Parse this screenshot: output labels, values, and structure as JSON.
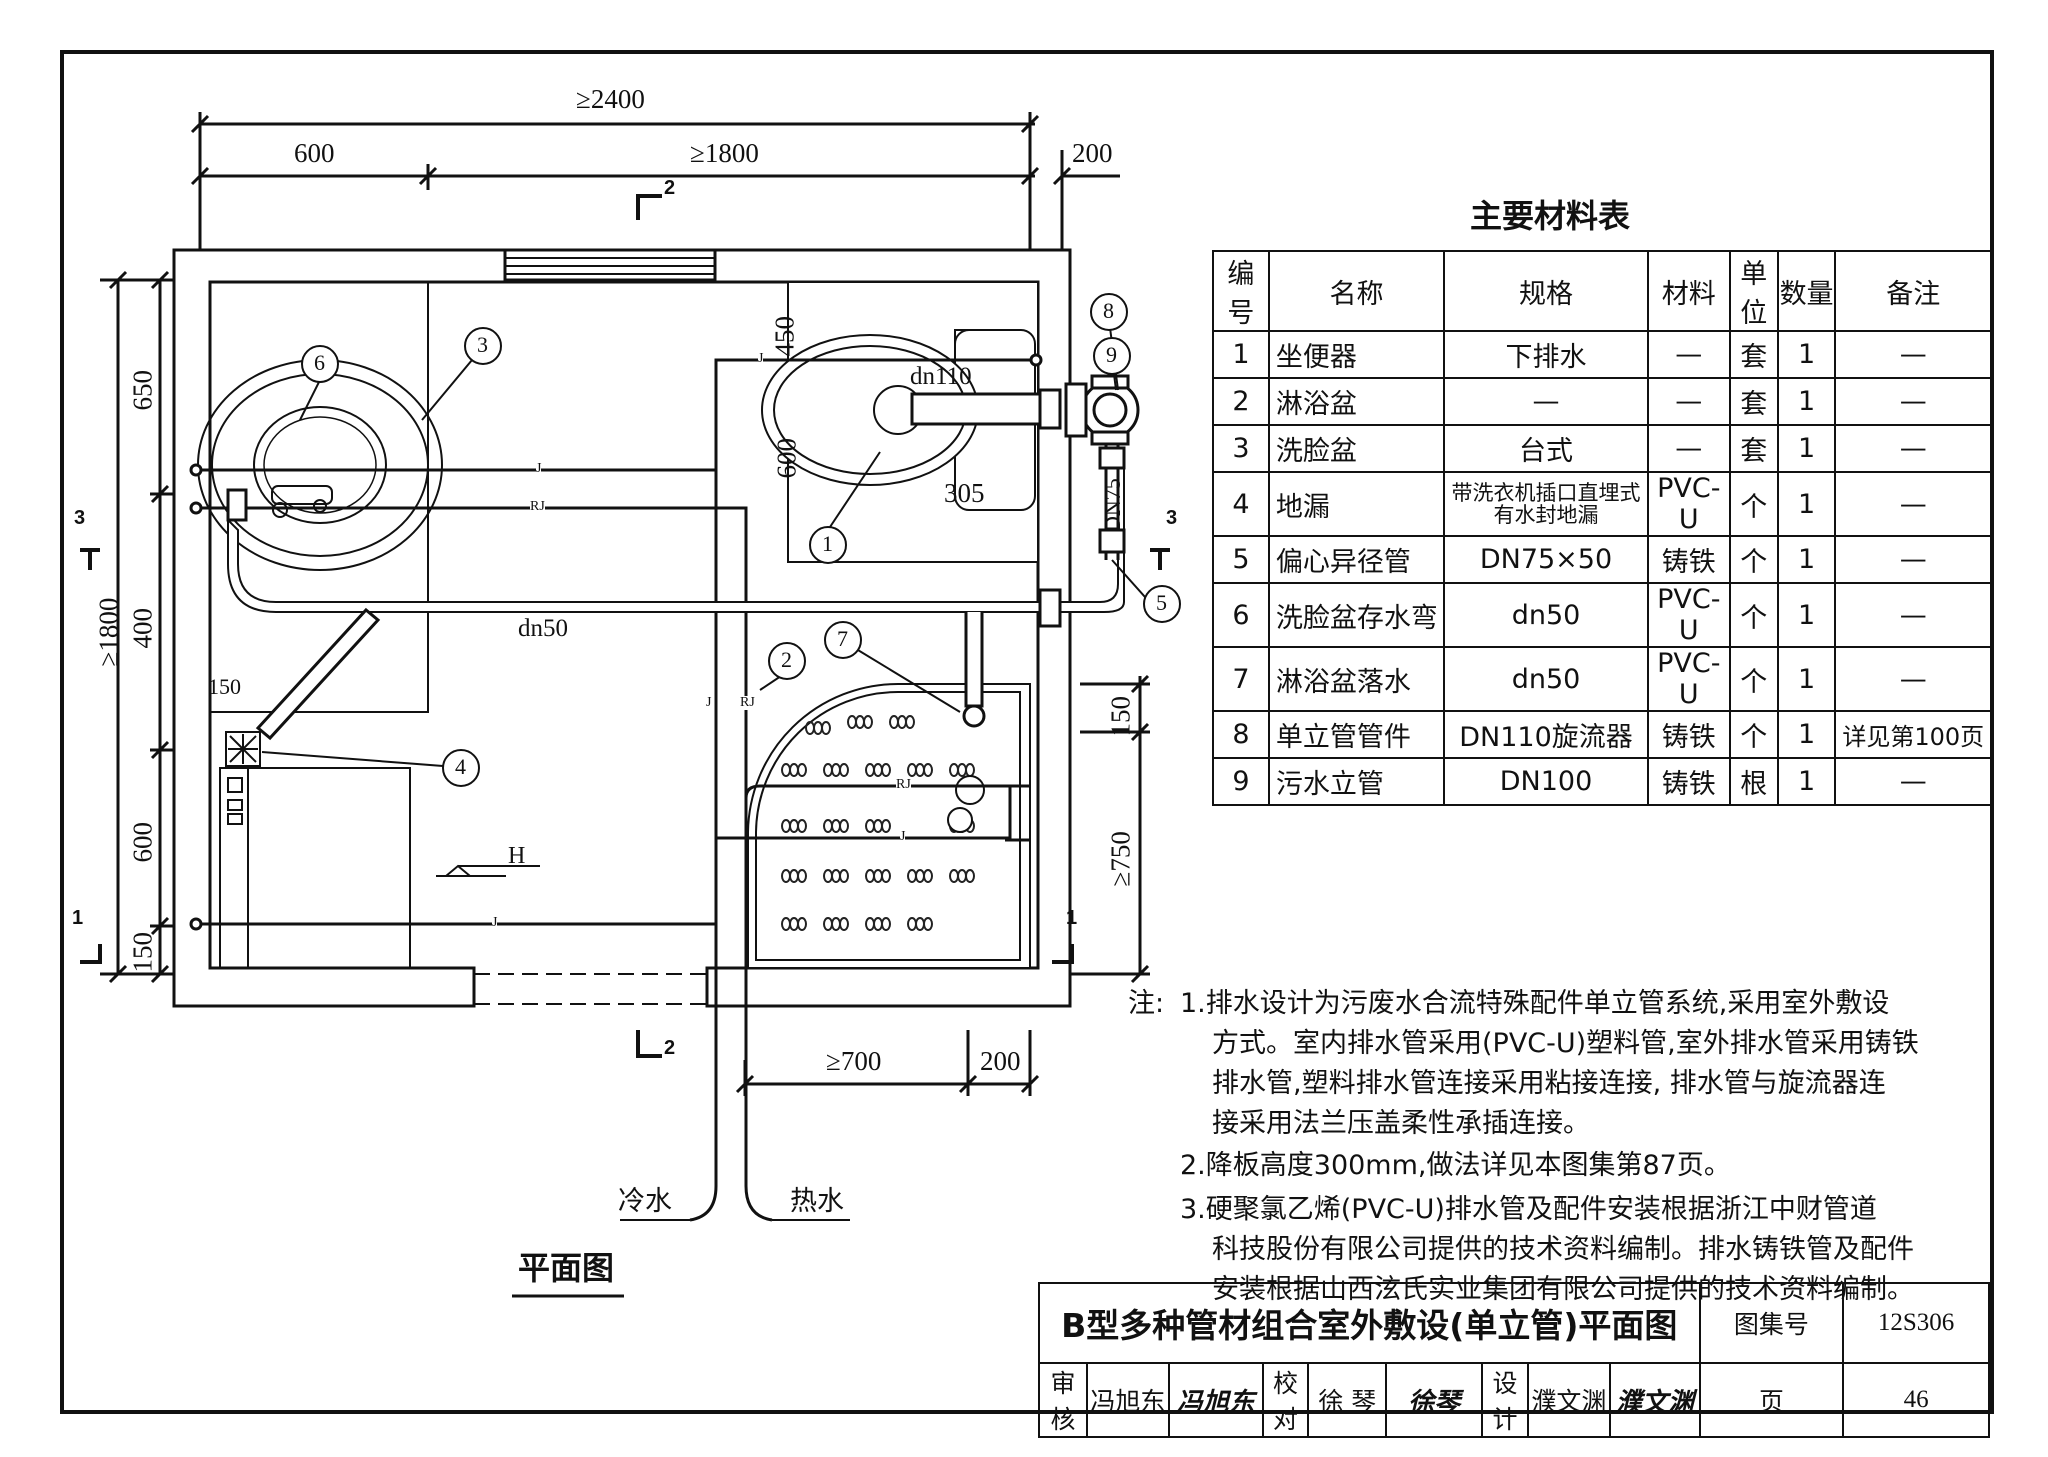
{
  "drawing": {
    "plan_title": "平面图",
    "dimensions": {
      "total_width": "≥2400",
      "left_width": "600",
      "mid_width": "≥1800",
      "right_width": "200",
      "left_650": "650",
      "left_400": "400",
      "left_600": "600",
      "left_150": "150",
      "total_height": "≥1800",
      "wc_450": "450",
      "wc_600": "600",
      "wc_305": "305",
      "dn75": "DN75",
      "right_150": "150",
      "right_750": "≥750",
      "bottom_700": "≥700",
      "bottom_200": "200",
      "floor_drain_150": "150"
    },
    "pipe_labels": {
      "dn110": "dn110",
      "dn50": "dn50",
      "j": "J",
      "rj": "RJ",
      "h": "H"
    },
    "water": {
      "cold": "冷水",
      "hot": "热水"
    },
    "sections": {
      "two": "2",
      "three": "3",
      "one": "1"
    },
    "callouts": [
      "1",
      "2",
      "3",
      "4",
      "5",
      "6",
      "7",
      "8",
      "9"
    ]
  },
  "materials": {
    "title": "主要材料表",
    "headers": [
      "编号",
      "名称",
      "规格",
      "材料",
      "单位",
      "数量",
      "备注"
    ],
    "rows": [
      [
        "1",
        "坐便器",
        "下排水",
        "—",
        "套",
        "1",
        "—"
      ],
      [
        "2",
        "淋浴盆",
        "—",
        "—",
        "套",
        "1",
        "—"
      ],
      [
        "3",
        "洗脸盆",
        "台式",
        "—",
        "套",
        "1",
        "—"
      ],
      [
        "4",
        "地漏",
        "带洗衣机插口直埋式有水封地漏",
        "PVC-U",
        "个",
        "1",
        "—"
      ],
      [
        "5",
        "偏心异径管",
        "DN75×50",
        "铸铁",
        "个",
        "1",
        "—"
      ],
      [
        "6",
        "洗脸盆存水弯",
        "dn50",
        "PVC-U",
        "个",
        "1",
        "—"
      ],
      [
        "7",
        "淋浴盆落水",
        "dn50",
        "PVC-U",
        "个",
        "1",
        "—"
      ],
      [
        "8",
        "单立管管件",
        "DN110旋流器",
        "铸铁",
        "个",
        "1",
        "详见第100页"
      ],
      [
        "9",
        "污水立管",
        "DN100",
        "铸铁",
        "根",
        "1",
        "—"
      ]
    ]
  },
  "notes": {
    "prefix": "注:",
    "n1_l1": "1.排水设计为污废水合流特殊配件单立管系统,采用室外敷设",
    "n1_l2": "方式。室内排水管采用(PVC-U)塑料管,室外排水管采用铸铁",
    "n1_l3": "排水管,塑料排水管连接采用粘接连接, 排水管与旋流器连",
    "n1_l4": "接采用法兰压盖柔性承插连接。",
    "n2": "2.降板高度300mm,做法详见本图集第87页。",
    "n3_l1": "3.硬聚氯乙烯(PVC-U)排水管及配件安装根据浙江中财管道",
    "n3_l2": "科技股份有限公司提供的技术资料编制。排水铸铁管及配件",
    "n3_l3": "安装根据山西泫氏实业集团有限公司提供的技术资料编制。"
  },
  "title_block": {
    "title": "B型多种管材组合室外敷设(单立管)平面图",
    "atlas_label": "图集号",
    "atlas_no": "12S306",
    "review_label": "审核",
    "reviewer": "冯旭东",
    "reviewer_sig": "冯旭东",
    "check_label": "校对",
    "checker": "徐 琴",
    "checker_sig": "徐琴",
    "design_label": "设计",
    "designer": "濮文渊",
    "designer_sig": "濮文渊",
    "page_label": "页",
    "page_no": "46"
  }
}
